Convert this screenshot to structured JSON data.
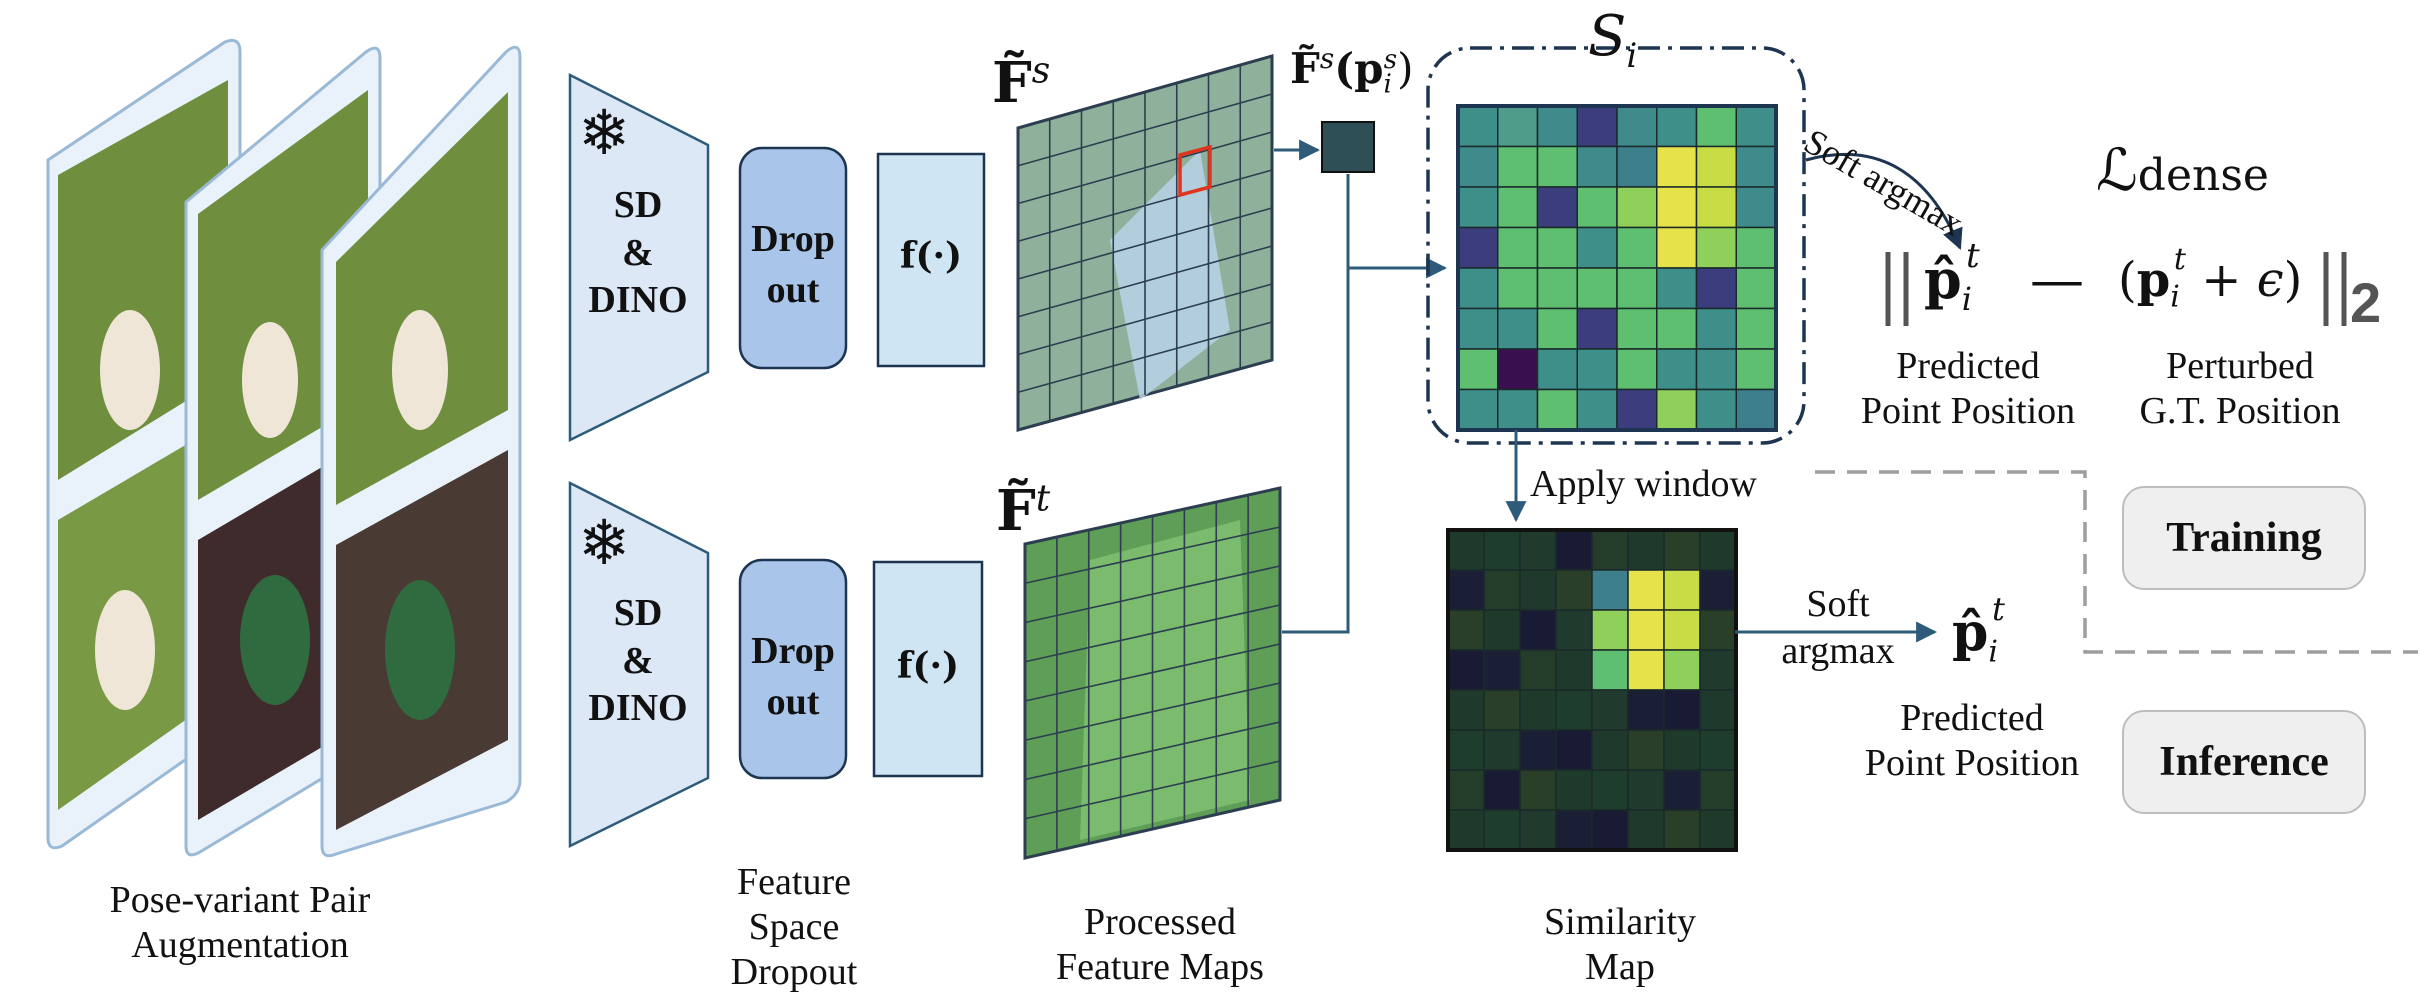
{
  "augmentation": {
    "caption_line1": "Pose-variant Pair",
    "caption_line2": "Augmentation"
  },
  "encoder_top": {
    "line1": "SD",
    "line2": "&",
    "line3": "DINO",
    "icon": "snowflake-icon"
  },
  "encoder_bottom": {
    "line1": "SD",
    "line2": "&",
    "line3": "DINO",
    "icon": "snowflake-icon"
  },
  "dropout_top": {
    "line1": "Drop",
    "line2": "out"
  },
  "dropout_bottom": {
    "line1": "Drop",
    "line2": "out"
  },
  "proj_top": {
    "label": "f(·)"
  },
  "proj_bottom": {
    "label": "f(·)"
  },
  "feature_dropout_caption": {
    "line1": "Feature",
    "line2": "Space",
    "line3": "Dropout"
  },
  "feature_maps": {
    "source_label": "F̃",
    "source_sup": "s",
    "target_label": "F̃",
    "target_sup": "t",
    "caption_line1": "Processed",
    "caption_line2": "Feature Maps"
  },
  "query_feature": {
    "label": "F̃",
    "sup": "s",
    "arg": "(p",
    "arg_sub": "i",
    "arg_sup": "s",
    "close": ")"
  },
  "similarity": {
    "label": "S",
    "sub": "i",
    "apply_window": "Apply window",
    "caption_line1": "Similarity",
    "caption_line2": "Map"
  },
  "loss": {
    "name": "ℒ",
    "sub": "dense",
    "soft_argmax_curved": "Soft argmax",
    "pred_label_line1": "Predicted",
    "pred_label_line2": "Point Position",
    "pert_label_line1": "Perturbed",
    "pert_label_line2": "G.T. Position"
  },
  "inference": {
    "soft_line1": "Soft",
    "soft_line2": "argmax",
    "pred_label_line1": "Predicted",
    "pred_label_line2": "Point Position"
  },
  "legend": {
    "training": "Training",
    "inference": "Inference"
  },
  "colors": {
    "encoder_fill": "#dce8f6",
    "dropout_fill": "#a9c6ea",
    "proj_fill": "#cfe5f3",
    "arrow": "#2e5b7a",
    "dashed": "#9e9e9e"
  }
}
